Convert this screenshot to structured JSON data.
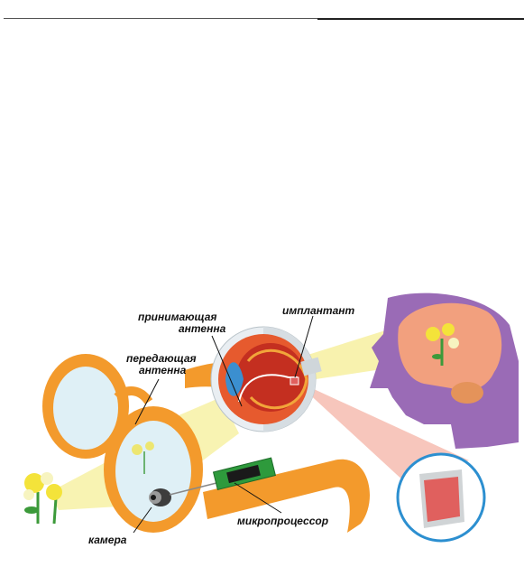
{
  "labels": {
    "receiving_antenna_line1": "принимающая",
    "receiving_antenna_line2": "антенна",
    "implant": "имплантант",
    "transmitting_antenna_line1": "передающая",
    "transmitting_antenna_line2": "антенна",
    "microprocessor": "микропроцессор",
    "camera": "камера"
  },
  "colors": {
    "glasses_frame": "#f39a2c",
    "glasses_frame_shade": "#d9781a",
    "lens": "#dff0f6",
    "eyeball_outer": "#e65a2e",
    "eyeball_inner": "#c42f20",
    "retina_edge": "#f2a53a",
    "sclera": "#e9eef2",
    "cornea": "#3b8fd0",
    "head": "#9a6bb6",
    "brain": "#f2a07e",
    "brain_pink": "#f7b99a",
    "light_beam": "#f7f1a5",
    "pink_beam": "#f4b3a6",
    "chip_board": "#2e9a3c",
    "implant_frame": "#d0d4d6",
    "implant_chip": "#e0605e",
    "circle_stroke": "#2c8fd0",
    "flower_yellow": "#f4e33a",
    "flower_stem": "#3c9a3a"
  }
}
